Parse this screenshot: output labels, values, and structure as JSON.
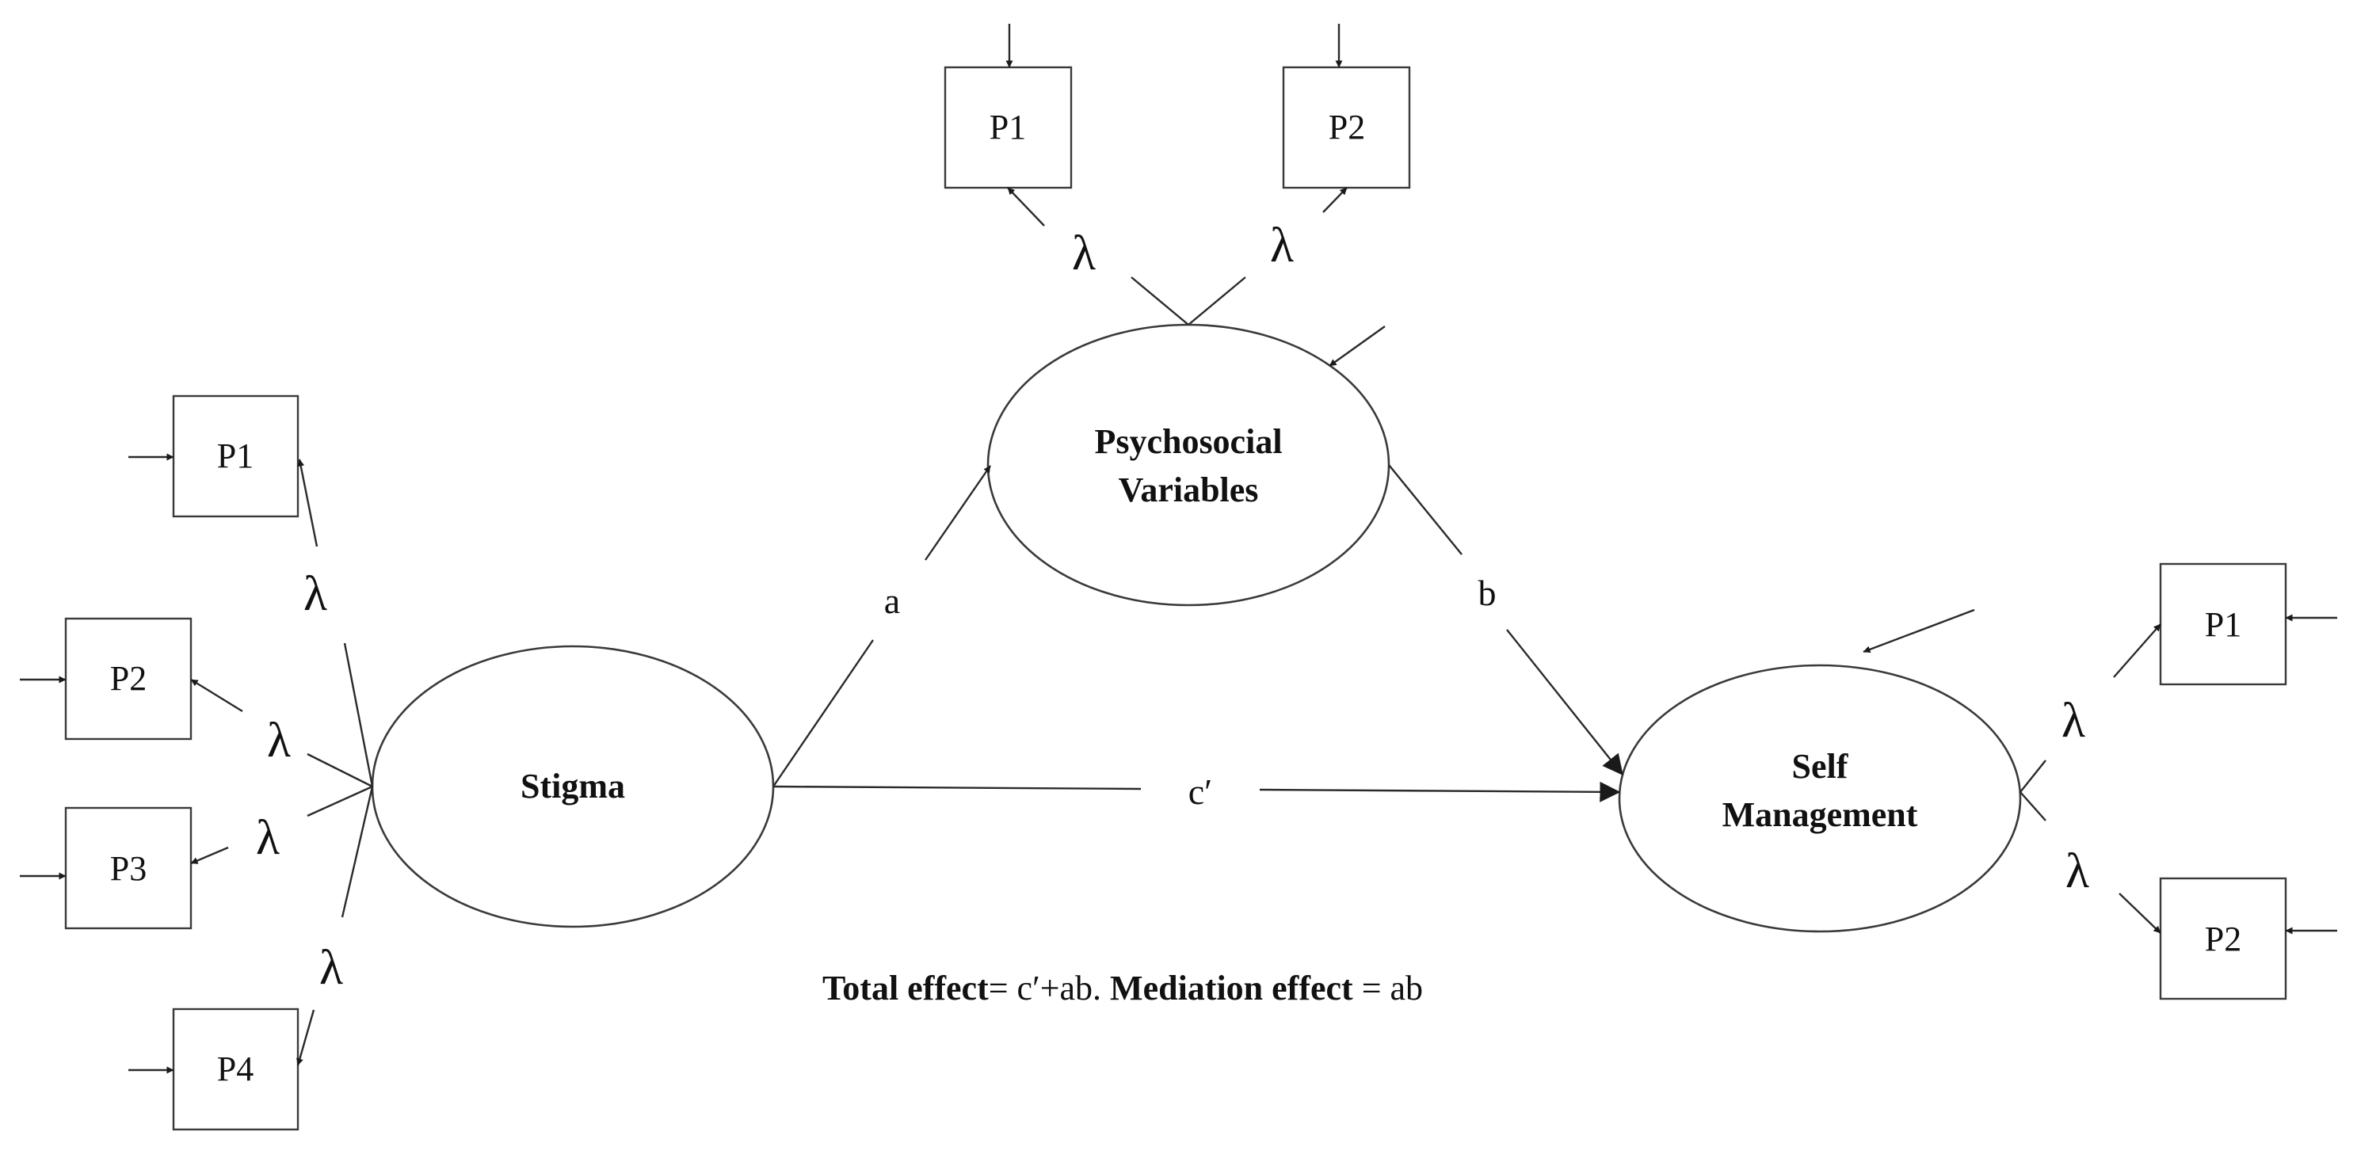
{
  "nodes": {
    "psychosocial": {
      "lines": [
        "Psychosocial",
        "Variables"
      ]
    },
    "stigma": {
      "lines": [
        "Stigma"
      ]
    },
    "self_management": {
      "lines": [
        "Self",
        "Management"
      ]
    }
  },
  "indicators": {
    "psychosocial": [
      "P1",
      "P2"
    ],
    "stigma": [
      "P1",
      "P2",
      "P3",
      "P4"
    ],
    "self_management": [
      "P1",
      "P2"
    ]
  },
  "loading_symbol": "λ",
  "paths": {
    "a": "a",
    "b": "b",
    "c_prime": "c′"
  },
  "footnote": {
    "total_bold": "Total effect",
    "total_text": "= c′+ab. ",
    "mediation_bold": "Mediation effect",
    "mediation_text": " = ab"
  },
  "colors": {
    "stroke": "#2a2a2a",
    "text": "#111111",
    "background": "#ffffff"
  }
}
